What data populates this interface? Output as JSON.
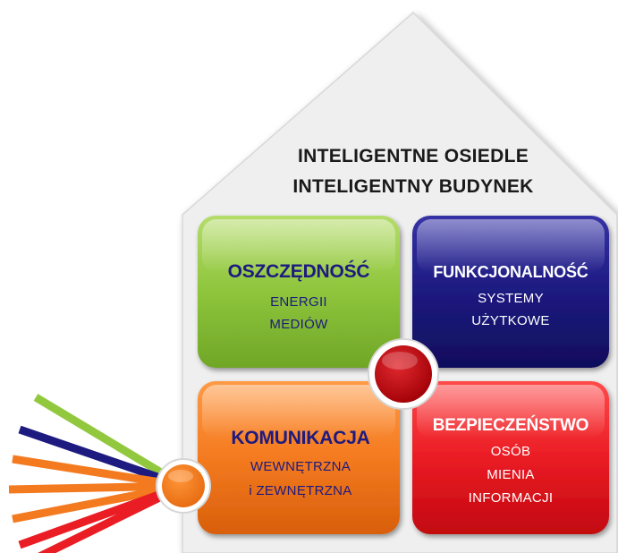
{
  "house": {
    "title_line1": "INTELIGENTNE OSIEDLE",
    "title_line2": "INTELIGENTNY BUDYNEK"
  },
  "quadrants": {
    "top_left": {
      "heading": "OSZCZĘDNOŚĆ",
      "lines": [
        "ENERGII",
        "MEDIÓW"
      ],
      "color": "#92c83e"
    },
    "top_right": {
      "heading": "FUNKCJONALNOŚĆ",
      "lines": [
        "SYSTEMY",
        "UŻYTKOWE"
      ],
      "color": "#1d1a80"
    },
    "bottom_left": {
      "heading": "KOMUNIKACJA",
      "lines": [
        "WEWNĘTRZNA",
        "i ZEWNĘTRZNA"
      ],
      "color": "#f47a20"
    },
    "bottom_right": {
      "heading": "BEZPIECZEŃSTWO",
      "lines": [
        "OSÓB",
        "MIENIA",
        "INFORMACJI"
      ],
      "color": "#ea1c24"
    }
  },
  "colors": {
    "house_fill": "#efefef",
    "center_node": "#c00000",
    "comm_node": "#f47a20",
    "heading_dark": "#1d1a80",
    "text_light": "#ffffff"
  },
  "rays": {
    "colors": [
      "#92c83e",
      "#1d1a80",
      "#f47a20",
      "#f47a20",
      "#f47a20",
      "#ea1c24",
      "#ea1c24"
    ]
  }
}
